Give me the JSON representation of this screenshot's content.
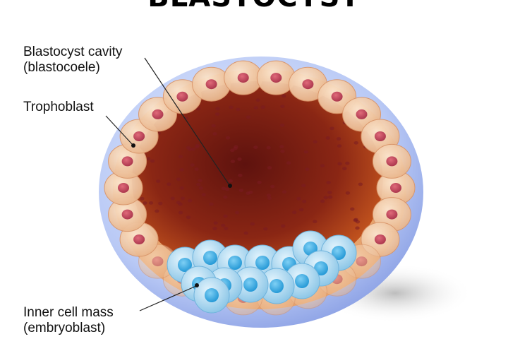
{
  "title": "BLASTOCYST",
  "labels": {
    "cavity": {
      "line1": "Blastocyst cavity",
      "line2": "(blastocoele)"
    },
    "trophoblast": {
      "line1": "Trophoblast"
    },
    "inner_cell_mass": {
      "line1": "Inner cell mass",
      "line2": "(embryoblast)"
    }
  },
  "colors": {
    "zona": "#b8c8f4",
    "trophoblast_cell": "#f4cfa8",
    "nucleus": "#c0455a",
    "cavity_center": "#6a1510",
    "cavity_edge": "#c4541e",
    "icm_cell": "#9fd3ef",
    "icm_nucleus": "#2fa6e0"
  }
}
